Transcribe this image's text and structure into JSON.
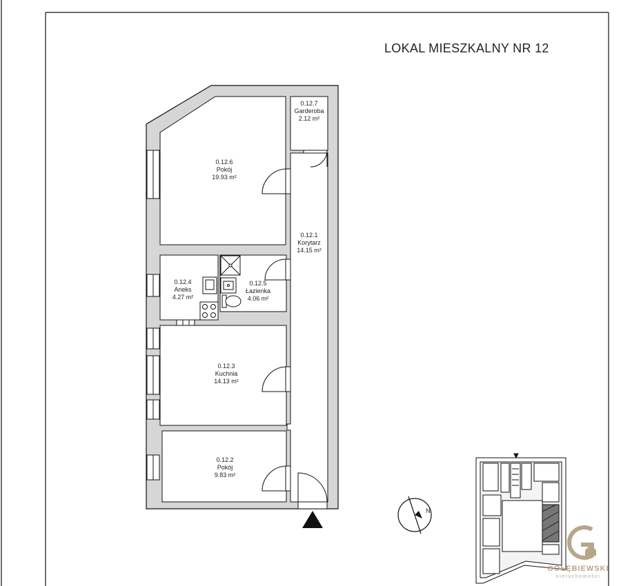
{
  "title": "LOKAL MIESZKALNY NR 12",
  "rooms": [
    {
      "id": "0.12.6",
      "name": "Pokój",
      "area": "19.93 m²"
    },
    {
      "id": "0.12.7",
      "name": "Garderoba",
      "area": "2.12 m²"
    },
    {
      "id": "0.12.1",
      "name": "Korytarz",
      "area": "14.15 m²"
    },
    {
      "id": "0.12.4",
      "name": "Aneks",
      "area": "4.27 m²"
    },
    {
      "id": "0.12.5",
      "name": "Łazienka",
      "area": "4.06 m²"
    },
    {
      "id": "0.12.3",
      "name": "Kuchnia",
      "area": "14.13 m²"
    },
    {
      "id": "0.12.2",
      "name": "Pokój",
      "area": "9.83 m²"
    }
  ],
  "compass": {
    "label": "N"
  },
  "logo": {
    "letter": "G",
    "name": "GOŁĘBIEWSKI",
    "sub": "nieruchomości",
    "color": "#b7a68a"
  }
}
